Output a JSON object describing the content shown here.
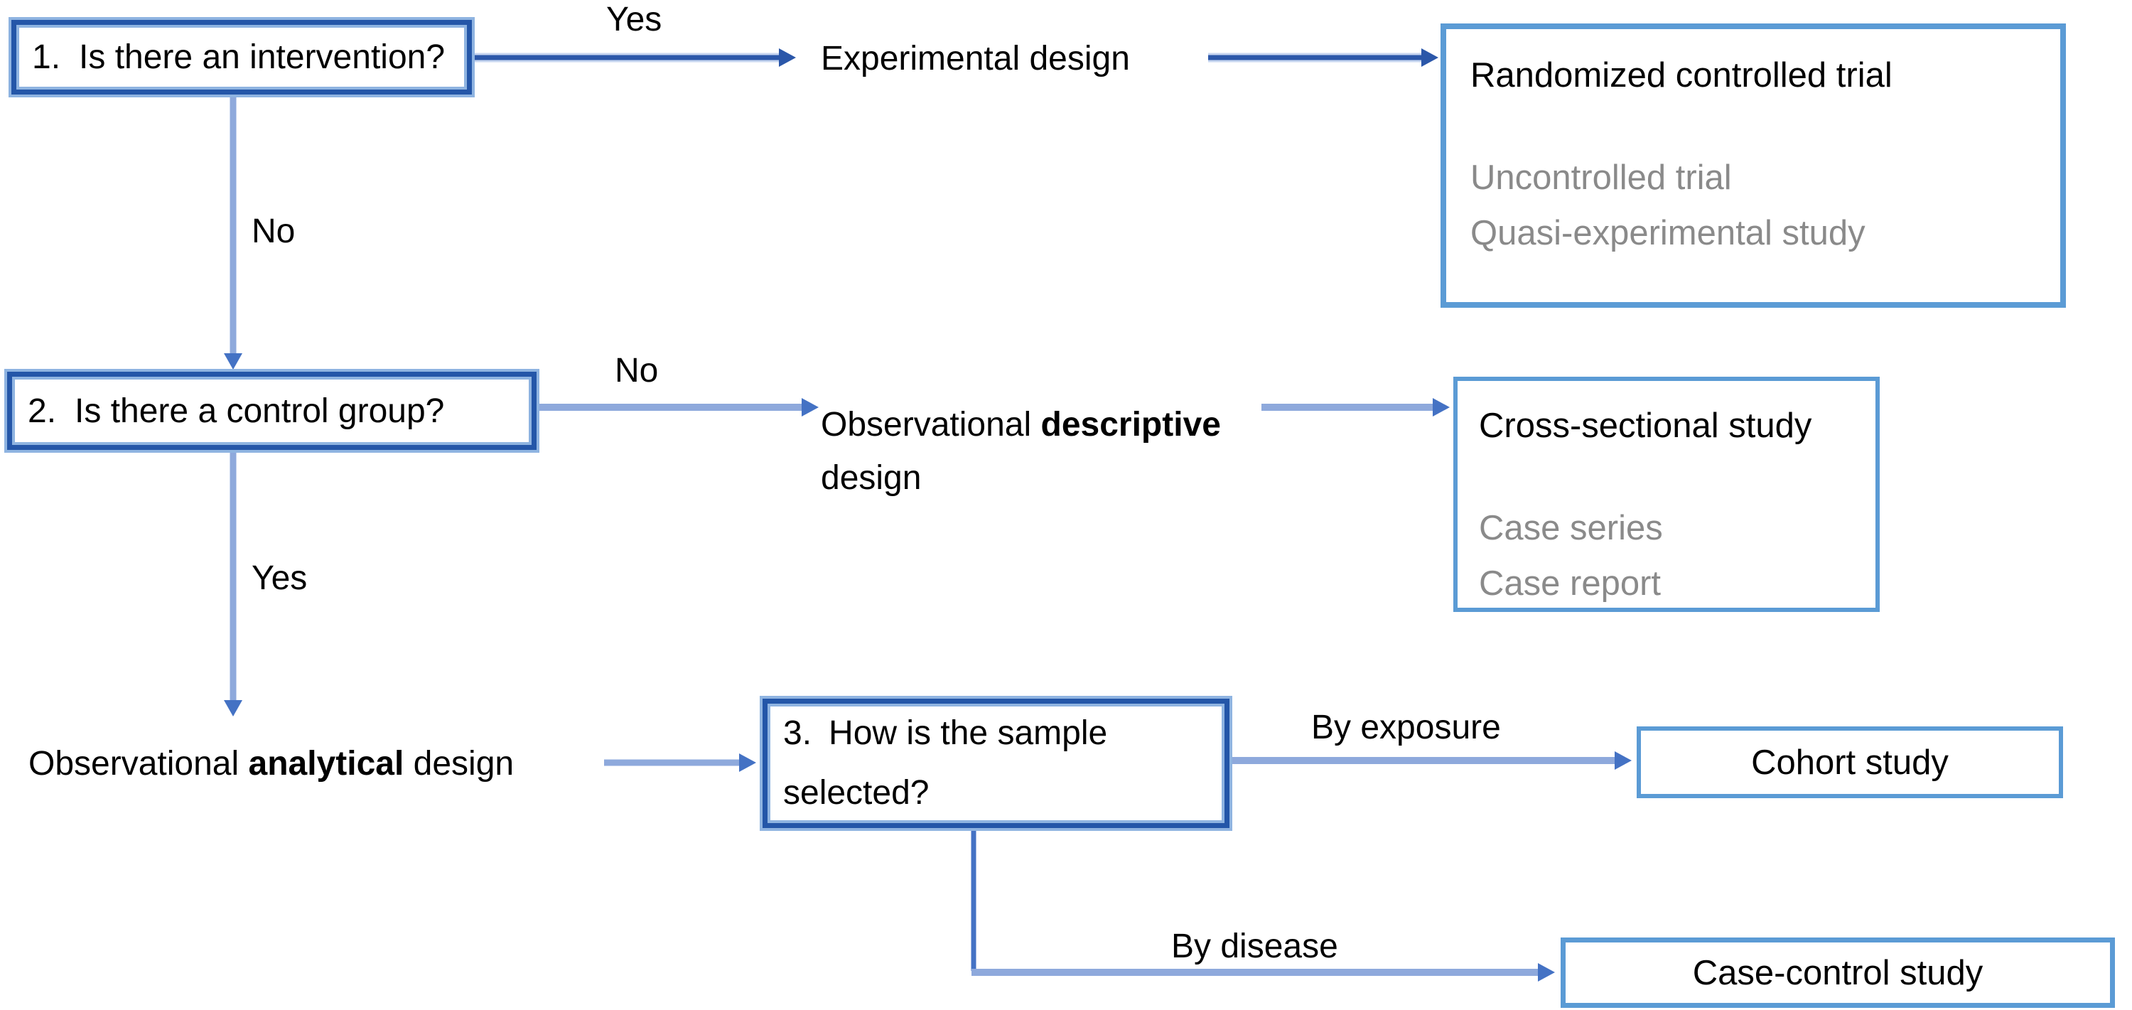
{
  "colors": {
    "q_border": "#2456A8",
    "q_edge": "#8FB4E1",
    "result_border": "#5B9BD5",
    "line_light": "#8EA9DC",
    "line_dark": "#2B57A9",
    "line_halo": "#C7D6F0",
    "line_mid": "#4472C4",
    "text_gray": "#8A8A8A",
    "text_black": "#000000"
  },
  "questions": [
    {
      "number": "1.",
      "text": "Is there an intervention?"
    },
    {
      "number": "2.",
      "text": "Is there a control group?"
    },
    {
      "number": "3.",
      "text": "How is the sample selected?"
    }
  ],
  "branch_labels": {
    "q1_yes": "Yes",
    "q1_no": "No",
    "q2_no": "No",
    "q2_yes": "Yes",
    "q3_exposure": "By exposure",
    "q3_disease": "By disease"
  },
  "design_labels": {
    "experimental": "Experimental design",
    "descriptive_prefix": "Observational ",
    "descriptive_bold": "descriptive",
    "descriptive_line2": "design",
    "analytical_prefix": "Observational ",
    "analytical_bold": "analytical",
    "analytical_suffix": " design"
  },
  "outcomes": {
    "experimental": {
      "primary": "Randomized controlled trial",
      "secondary": [
        "Uncontrolled trial",
        "Quasi-experimental study"
      ]
    },
    "descriptive": {
      "primary": "Cross-sectional study",
      "secondary": [
        "Case series",
        "Case report"
      ]
    },
    "cohort": "Cohort study",
    "case_control": "Case-control study"
  }
}
